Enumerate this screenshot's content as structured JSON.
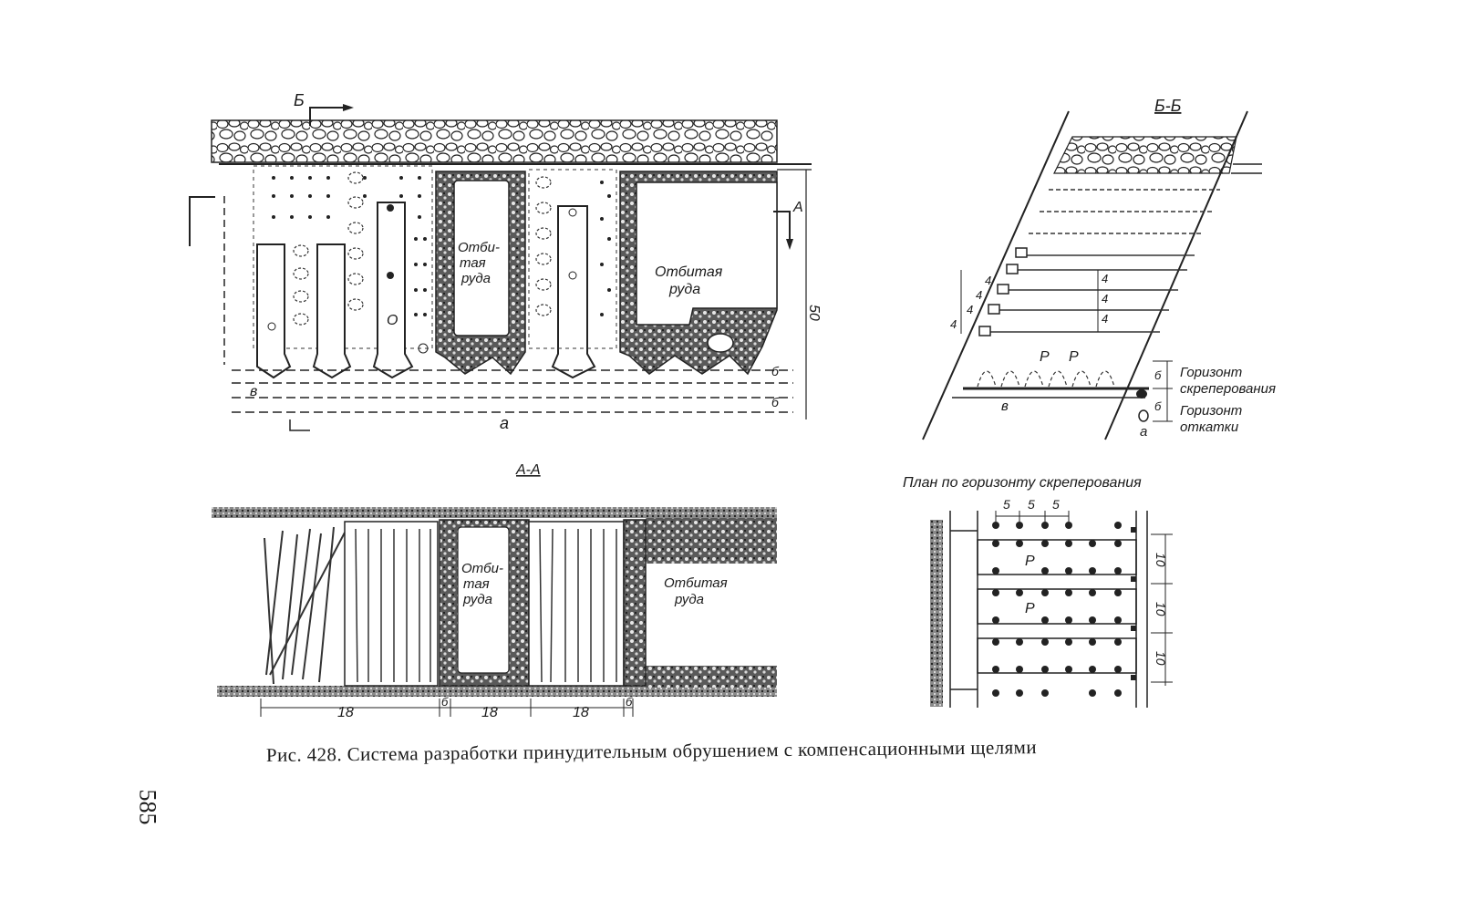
{
  "figure": {
    "caption": "Рис. 428. Система разработки принудительным обрушением с компенсационными щелями",
    "page_number": "585"
  },
  "elevation": {
    "section_mark_top": "Б",
    "section_mark_right": "А",
    "ore_label_1": [
      "Отби-",
      "тая",
      "руда"
    ],
    "ore_label_2": [
      "Отбитая",
      "руда"
    ],
    "dim_height": "50",
    "dim_level": "б",
    "dim_level_2": "б",
    "label_a": "а",
    "label_v": "в",
    "label_o": "О"
  },
  "section_aa": {
    "title": "А-А",
    "ore_label_1": [
      "Отби-",
      "тая",
      "руда"
    ],
    "ore_label_2": [
      "Отбитая",
      "руда"
    ],
    "dims": [
      "18",
      "б",
      "18",
      "18",
      "б"
    ]
  },
  "section_bb": {
    "title": "Б-Б",
    "spacing_left": [
      "4",
      "4",
      "4",
      "4"
    ],
    "spacing_right": [
      "4",
      "4",
      "4"
    ],
    "label_p1": "Р",
    "label_p2": "Р",
    "label_v": "в",
    "label_a": "а",
    "dim_b1": "б",
    "dim_b2": "б",
    "horizon_scraping": [
      "Горизонт",
      "скреперования"
    ],
    "horizon_haulage": [
      "Горизонт",
      "откатки"
    ]
  },
  "plan": {
    "title": "План по горизонту скреперования",
    "top_dims": [
      "5",
      "5",
      "5"
    ],
    "right_dims": [
      "10",
      "10",
      "10"
    ],
    "label_p1": "Р",
    "label_p2": "Р"
  }
}
